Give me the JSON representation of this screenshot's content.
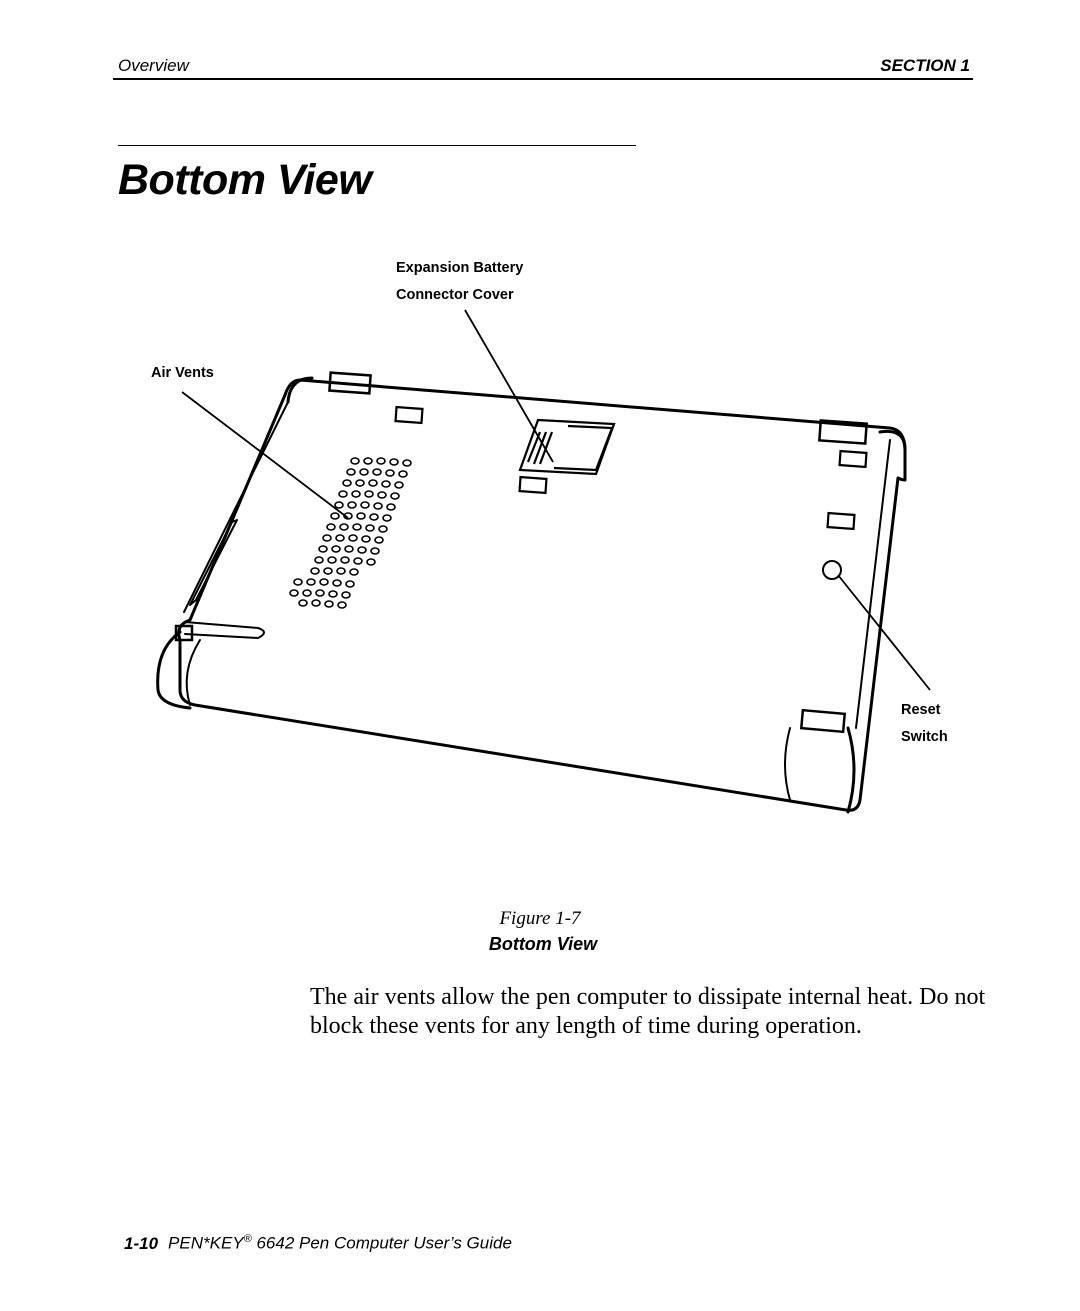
{
  "header": {
    "left": "Overview",
    "right": "SECTION 1"
  },
  "title": "Bottom View",
  "callouts": {
    "expansion_battery_line1": "Expansion Battery",
    "expansion_battery_line2": "Connector Cover",
    "air_vents": "Air Vents",
    "reset_line1": "Reset",
    "reset_line2": "Switch"
  },
  "figure": {
    "number": "Figure 1-7",
    "caption": "Bottom View"
  },
  "body": "The air vents allow the pen computer to dissipate internal heat.  Do not block these vents for any length of time during operation.",
  "footer": {
    "page": "1-10",
    "product": "PEN*KEY",
    "registered": "®",
    "rest": " 6642 Pen Computer User’s Guide"
  }
}
